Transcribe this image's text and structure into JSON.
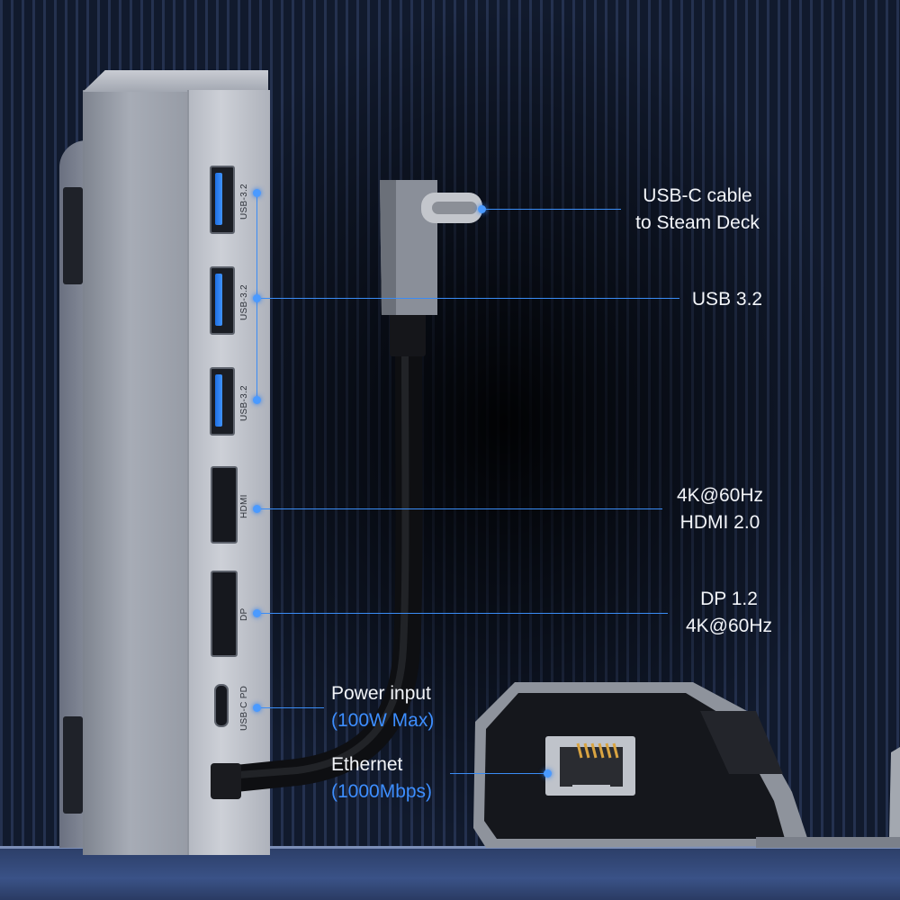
{
  "hub": {
    "port_labels": {
      "usb1": "USB-3.2",
      "usb2": "USB-3.2",
      "usb3": "USB-3.2",
      "hdmi": "HDMI",
      "dp": "DP",
      "usbc_pd": "USB-C PD"
    }
  },
  "callouts": {
    "usbc_cable": {
      "line1": "USB-C cable",
      "line2": "to Steam Deck"
    },
    "usb32": {
      "line1": "USB 3.2"
    },
    "hdmi": {
      "line1": "4K@60Hz",
      "line2": "HDMI 2.0"
    },
    "dp": {
      "line1": "DP 1.2",
      "line2": "4K@60Hz"
    },
    "power": {
      "line1": "Power input",
      "line2": "(100W Max)"
    },
    "ethernet": {
      "line1": "Ethernet",
      "line2": "(1000Mbps)"
    }
  },
  "colors": {
    "accent": "#3d8eff",
    "label_text": "#f2f4f8",
    "background": "#0c1220"
  }
}
